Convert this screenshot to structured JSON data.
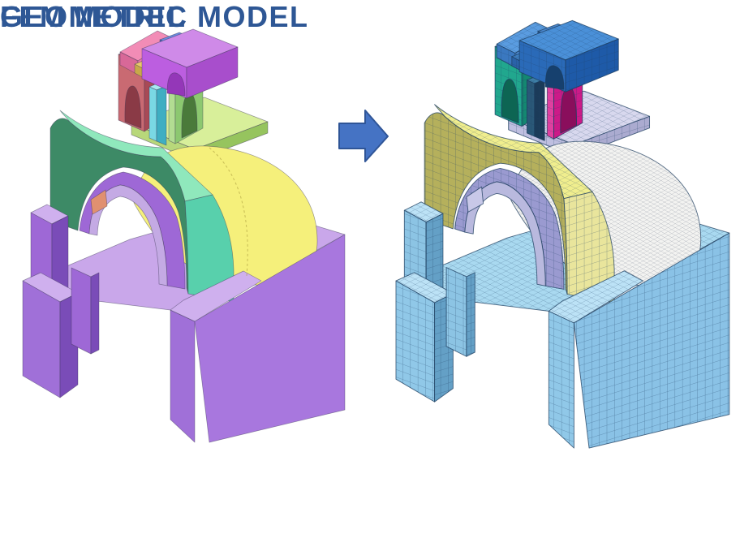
{
  "captions": {
    "left": "GEOMETRIC MODEL",
    "right": "FEM MODEL",
    "color": "#2E5795"
  },
  "arrow": {
    "direction": "right",
    "fill": "#4573C4",
    "stroke": "#2F5597"
  },
  "models": {
    "left": {
      "label": "geometric",
      "palette": {
        "base_top": "#C9A7EA",
        "tower_base_top": "#D8EF9A",
        "tower_base_left": "#B8D87A",
        "tower_base_right": "#96C45E",
        "pillar_a_top": "#E89098",
        "pillar_a_front": "#C96A72",
        "pillar_a_side": "#A84A56",
        "pillar_a_hole": "#8A3A46",
        "pillar_b_top": "#A8E8F0",
        "pillar_b_left": "#7AD8E4",
        "pillar_b_front": "#3FAEC2",
        "pillar_c_top": "#C8EAA4",
        "pillar_c_left": "#B2DD92",
        "pillar_c_front": "#8CC870",
        "pillar_c_hole": "#4A7A3A",
        "slab_pink_top": "#F28CB6",
        "slab_pink_left": "#D86898",
        "slab_pink_end": "#E87AA8",
        "block_blue_top": "#6A8AE0",
        "block_blue_left": "#4A66C8",
        "block_blue_right": "#3A55B0",
        "block_yellow_top": "#E8C86A",
        "block_yellow_left": "#C8A84A",
        "block_yellow_right": "#B8983A",
        "slab_main_top": "#CF8AE8",
        "slab_main_left": "#BC5EE0",
        "slab_main_hole": "#9437B8",
        "slab_main_right": "#A84ECC",
        "dome": "#F5F07B",
        "inner_wall": "#9E68D6",
        "inner_band": "#C4AAE4",
        "niche_accent": "#E09070",
        "arch_front": "#3D8A66",
        "arch_top": "#8FE8BC",
        "arch_end": "#58D0AC",
        "bpillar_top": "#CFB0EE",
        "bpillar_front": "#9E68D6",
        "bpillar_side": "#7A4CB8",
        "fpillar_top": "#CFB0EE",
        "fpillar_front": "#A070D8",
        "fpillar_side": "#7A4CB8",
        "pillar2_front": "#9E68D6",
        "pillar2_side": "#7A4CB8",
        "rpillar_top": "#CFB0EE",
        "rpillar_front": "#A070D8",
        "wall_front": "#A877DE"
      }
    },
    "right": {
      "label": "fem",
      "mesh_line": "#1D3F63",
      "dome_mesh_line": "#8F95A2",
      "palette": {
        "base_top": "#A9D9F0",
        "tower_base_top": "#D8D8EE",
        "tower_base_left": "#BFBFE0",
        "tower_base_right": "#ABABD0",
        "pillar_a_top": "#4FC9B1",
        "pillar_a_front": "#21A78E",
        "pillar_a_side": "#148871",
        "pillar_a_hole": "#0D6553",
        "pillar_b_top": "#3E7FA6",
        "pillar_b_left": "#2A5878",
        "pillar_b_front": "#1B3B59",
        "pillar_c_top": "#EA5AB2",
        "pillar_c_left": "#E040A0",
        "pillar_c_front": "#CC1A88",
        "pillar_c_hole": "#8A0E5C",
        "slab_pink_top": "#5A9CE0",
        "slab_pink_left": "#3A78C0",
        "slab_pink_end": "#4A88D0",
        "block_blue_top": "#4A88D0",
        "block_blue_left": "#2A62A8",
        "block_blue_right": "#1E5295",
        "block_yellow_top": "#3E7FC2",
        "block_yellow_left": "#2A62A8",
        "block_yellow_right": "#1E5295",
        "slab_main_top": "#4A90D8",
        "slab_main_left": "#2A6AB8",
        "slab_main_hole": "#16406E",
        "slab_main_right": "#1E5AA8",
        "dome": "#F3F3F1",
        "inner_wall": "#9A9AD0",
        "inner_band": "#B9B9DE",
        "niche_accent": "#C8C8E8",
        "arch_front": "#B5B05C",
        "arch_top": "#F0EE8E",
        "arch_end": "#E9E59C",
        "bpillar_top": "#BCE2F6",
        "bpillar_front": "#8CC4E4",
        "bpillar_side": "#64A0C6",
        "fpillar_top": "#BCE2F6",
        "fpillar_front": "#90C8E8",
        "fpillar_side": "#64A0C6",
        "pillar2_front": "#8CC4E4",
        "pillar2_side": "#64A0C6",
        "rpillar_top": "#BCE2F6",
        "rpillar_front": "#90C8E8",
        "wall_front": "#8AC2E6"
      }
    }
  }
}
